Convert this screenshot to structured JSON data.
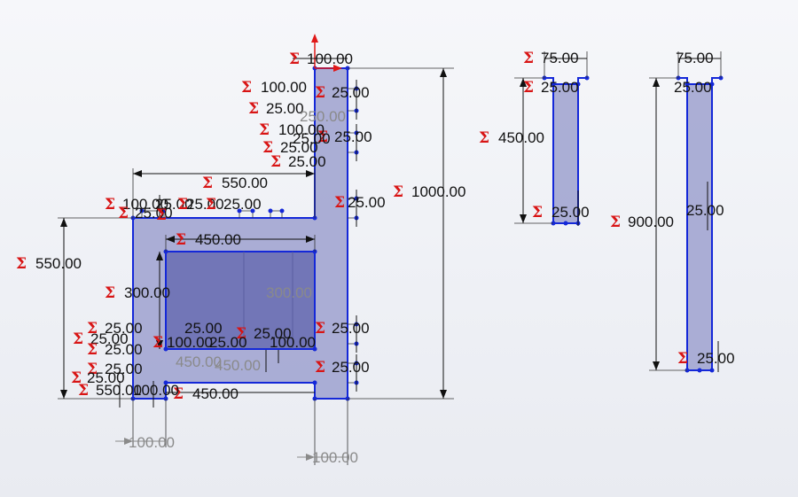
{
  "colors": {
    "sketch_fill": "#9ea1cf",
    "sketch_edge": "#1428d8",
    "dimension_symbol": "#d81414",
    "origin": "#e01818"
  },
  "dimension_symbol": "Σ",
  "parts": {
    "l_bracket": {
      "overall_height": "1000.00",
      "left_height": "550.00",
      "top_width": "550.00",
      "inner_width": "450.00",
      "inner_height": "300.00",
      "inner_height_driven": "300.00",
      "post_width": "100.00",
      "bottom_gap": "450.00",
      "lower_left_width": "100.00",
      "lower_right_width": "100.00",
      "inner_driven_1": "450.00",
      "inner_driven_2": "450.00",
      "tab_1": "25.00",
      "tab_2": "25.00",
      "tab_3": "25.00",
      "tab_4": "25.00",
      "tab_5": "25.00",
      "misc_1": "100.00",
      "misc_2": "25.00",
      "misc_3": "100.00",
      "misc_4": "25.00",
      "misc_5": "25.00",
      "misc_6": "25.00",
      "misc_7": "100.00",
      "misc_8": "25.00",
      "misc_9": "25.00",
      "misc_10": "25.00",
      "misc_11": "25.00",
      "misc_12": "25.00",
      "misc_13": "550.00",
      "misc_14": "25.00",
      "misc_15": "25.00",
      "misc_16": "25.00",
      "misc_17": "25.00",
      "misc_18": "25.00",
      "misc_19": "25.00",
      "misc_20": "100.00",
      "misc_21": "25.00",
      "misc_22": "250.00",
      "misc_23": "100.00",
      "misc_24": "100.00"
    },
    "short_post": {
      "width": "75.00",
      "height": "450.00",
      "tab": "25.00",
      "top_detail": "25.00"
    },
    "tall_post": {
      "width": "75.00",
      "height": "900.00",
      "tab_top": "25.00",
      "tab_bottom": "25.00",
      "top_detail": "25.00"
    }
  }
}
